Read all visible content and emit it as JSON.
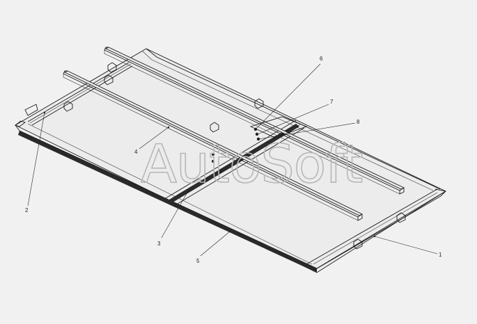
{
  "watermark": {
    "text": "AutoSoft"
  },
  "callouts": [
    {
      "id": "c1",
      "label": "1"
    },
    {
      "id": "c2",
      "label": "2"
    },
    {
      "id": "c3",
      "label": "3"
    },
    {
      "id": "c4",
      "label": "4"
    },
    {
      "id": "c5",
      "label": "5"
    },
    {
      "id": "c6",
      "label": "6"
    },
    {
      "id": "c7",
      "label": "7"
    },
    {
      "id": "c8",
      "label": "8"
    }
  ]
}
